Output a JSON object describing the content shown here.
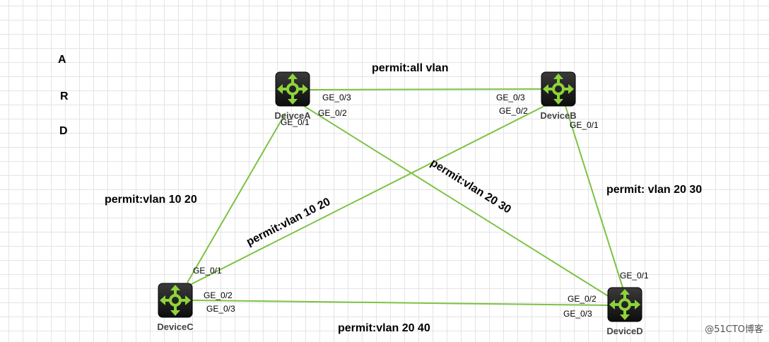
{
  "legend_letters": [
    "A",
    "R",
    "D"
  ],
  "devices": [
    {
      "id": "A",
      "name": "DeivceA"
    },
    {
      "id": "B",
      "name": "DeviceB"
    },
    {
      "id": "C",
      "name": "DeviceC"
    },
    {
      "id": "D",
      "name": "DeviceD"
    }
  ],
  "links": [
    {
      "from": "A",
      "to": "B",
      "from_port": "GE_0/3",
      "to_port": "GE_0/3",
      "label": "permit:all vlan"
    },
    {
      "from": "A",
      "to": "C",
      "from_port": "GE_0/1",
      "to_port": "GE_0/1",
      "label": "permit:vlan 10 20"
    },
    {
      "from": "B",
      "to": "C",
      "from_port": "GE_0/2",
      "to_port": "GE_0/2",
      "label": "permit:vlan 10 20"
    },
    {
      "from": "A",
      "to": "D",
      "from_port": "GE_0/2",
      "to_port": "GE_0/2",
      "label": "permit:vlan 20 30"
    },
    {
      "from": "B",
      "to": "D",
      "from_port": "GE_0/1",
      "to_port": "GE_0/1",
      "label": "permit: vlan 20 30"
    },
    {
      "from": "C",
      "to": "D",
      "from_port": "GE_0/3",
      "to_port": "GE_0/3",
      "label": "permit:vlan 20 40"
    }
  ],
  "colors": {
    "link": "#7dc242",
    "device_body": "#1e1e1e",
    "device_icon": "#8fd33a"
  },
  "watermark": "@51CTO博客"
}
